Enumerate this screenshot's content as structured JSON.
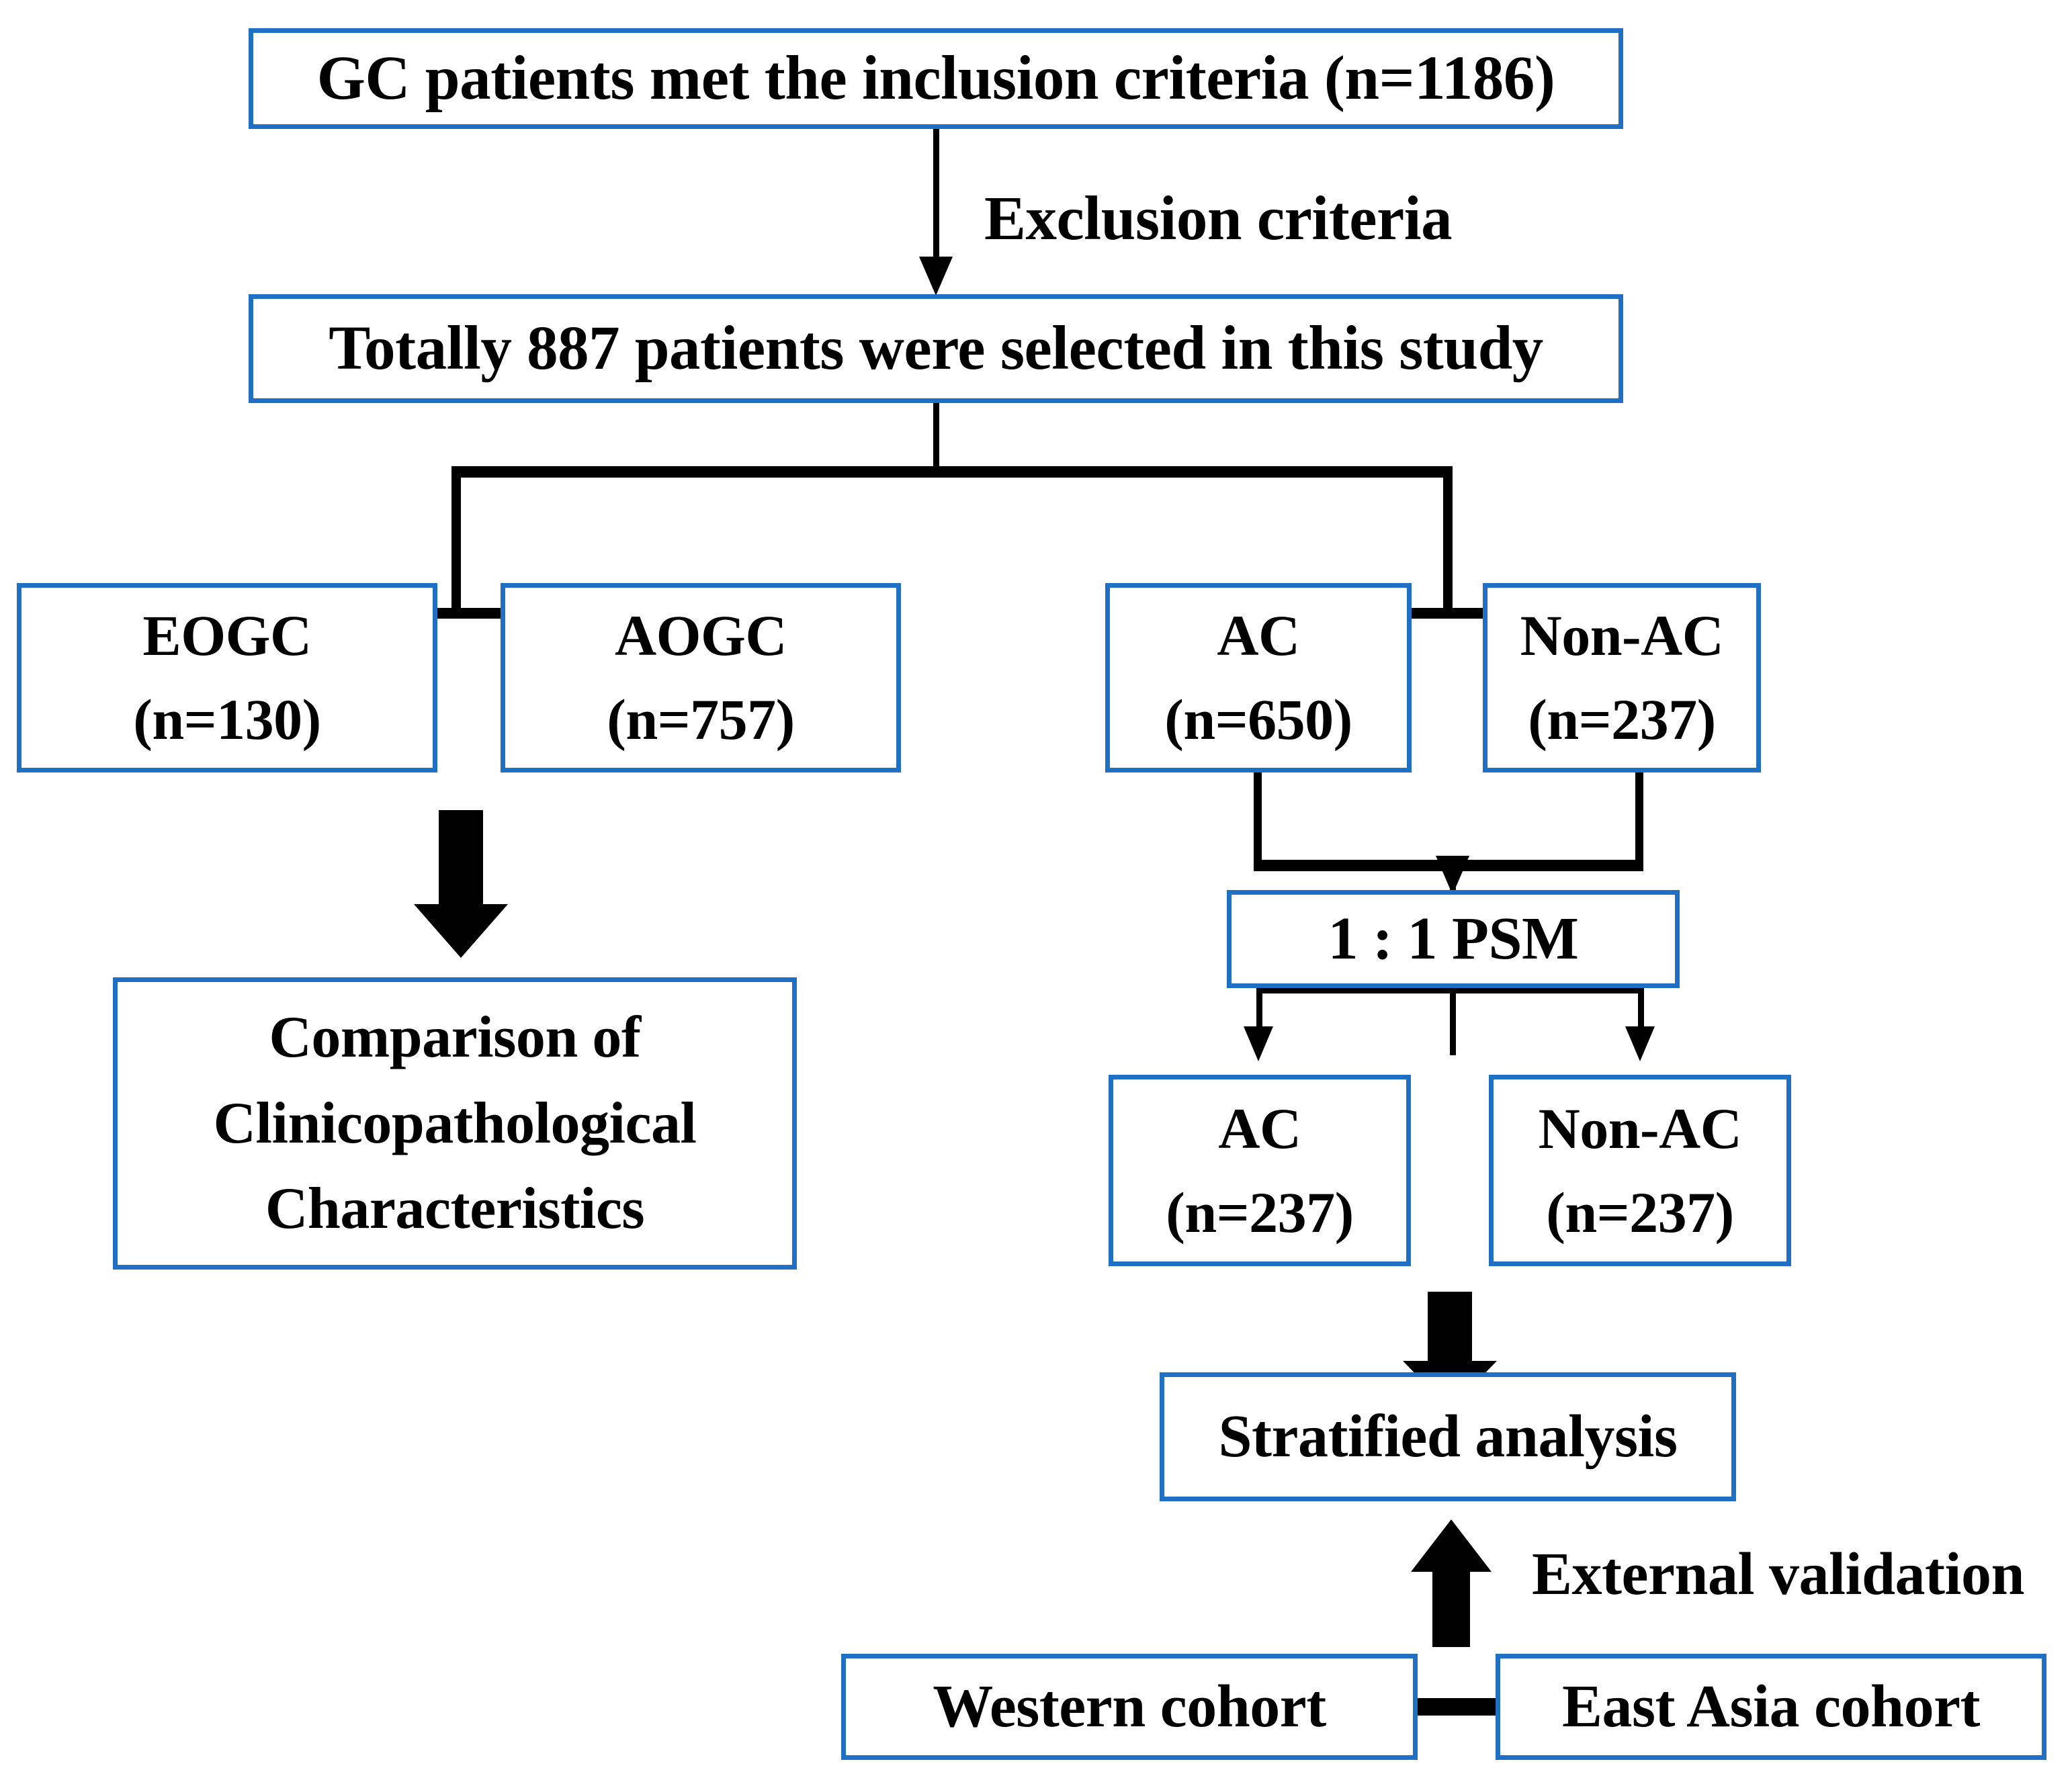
{
  "diagram": {
    "title": "Study flowchart",
    "accent_color": "#1f6fc4",
    "line_color": "#000000",
    "background": "#ffffff"
  },
  "nodes": {
    "inclusion": {
      "text": "GC patients met the inclusion criteria (n=1186)"
    },
    "selected": {
      "text": "Totally 887 patients were selected in this study"
    },
    "eogc": {
      "line1": "EOGC",
      "line2": "(n=130)"
    },
    "aogc": {
      "line1": "AOGC",
      "line2": "(n=757)"
    },
    "ac_pre": {
      "line1": "AC",
      "line2": "(n=650)"
    },
    "nonac_pre": {
      "line1": "Non-AC",
      "line2": "(n=237)"
    },
    "comparison": {
      "line1": "Comparison of",
      "line2": "Clinicopathological",
      "line3": "Characteristics"
    },
    "psm": {
      "text": "1 : 1 PSM"
    },
    "ac_post": {
      "line1": "AC",
      "line2": "(n=237)"
    },
    "nonac_post": {
      "line1": "Non-AC",
      "line2": "(n=237)"
    },
    "stratified": {
      "text": "Stratified analysis"
    },
    "western": {
      "text": "Western cohort"
    },
    "east_asia": {
      "text": "East Asia cohort"
    }
  },
  "edge_labels": {
    "exclusion": "Exclusion criteria",
    "external_validation": "External validation"
  },
  "counts": {
    "inclusion_n": 1186,
    "selected_n": 887,
    "eogc_n": 130,
    "aogc_n": 757,
    "ac_pre_n": 650,
    "nonac_pre_n": 237,
    "ac_post_n": 237,
    "nonac_post_n": 237,
    "psm_ratio": "1 : 1"
  }
}
